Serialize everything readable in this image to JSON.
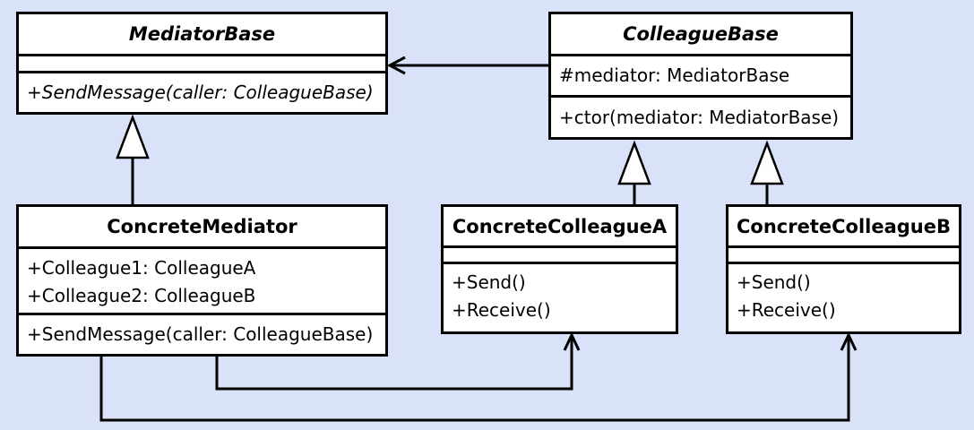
{
  "diagram": {
    "kind": "uml-class-diagram",
    "pattern": "Mediator",
    "colors": {
      "background": "#dae2fa",
      "class_fill": "#ffffff",
      "line": "#000000"
    },
    "classes": {
      "mediator_base": {
        "name": "MediatorBase",
        "abstract": true,
        "attributes": [],
        "operations": [
          "+SendMessage(caller: ColleagueBase)"
        ]
      },
      "colleague_base": {
        "name": "ColleagueBase",
        "abstract": true,
        "attributes": [
          "#mediator: MediatorBase"
        ],
        "operations": [
          "+ctor(mediator: MediatorBase)"
        ]
      },
      "concrete_mediator": {
        "name": "ConcreteMediator",
        "abstract": false,
        "attributes": [
          "+Colleague1: ColleagueA",
          "+Colleague2: ColleagueB"
        ],
        "operations": [
          "+SendMessage(caller: ColleagueBase)"
        ]
      },
      "concrete_colleague_a": {
        "name": "ConcreteColleagueA",
        "abstract": false,
        "attributes": [],
        "operations": [
          "+Send()",
          "+Receive()"
        ]
      },
      "concrete_colleague_b": {
        "name": "ConcreteColleagueB",
        "abstract": false,
        "attributes": [],
        "operations": [
          "+Send()",
          "+Receive()"
        ]
      }
    },
    "relationships": [
      {
        "from": "ColleagueBase",
        "to": "MediatorBase",
        "type": "association-arrow"
      },
      {
        "from": "ConcreteMediator",
        "to": "MediatorBase",
        "type": "generalization"
      },
      {
        "from": "ConcreteColleagueA",
        "to": "ColleagueBase",
        "type": "generalization"
      },
      {
        "from": "ConcreteColleagueB",
        "to": "ColleagueBase",
        "type": "generalization"
      },
      {
        "from": "ConcreteMediator",
        "to": "ConcreteColleagueA",
        "type": "association-arrow"
      },
      {
        "from": "ConcreteMediator",
        "to": "ConcreteColleagueB",
        "type": "association-arrow"
      }
    ]
  }
}
